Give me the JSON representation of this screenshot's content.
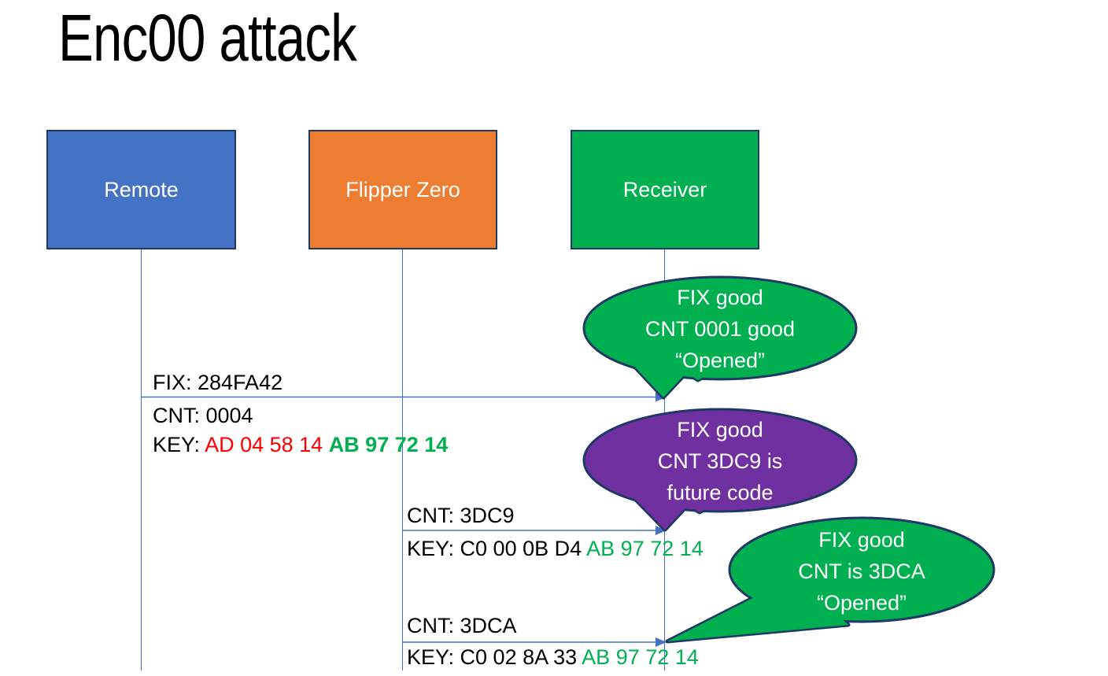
{
  "title": "Enc00 attack",
  "colors": {
    "remote_blue": "#4472C4",
    "flipper_orange": "#ED7D31",
    "receiver_green": "#00B050",
    "bubble_green": "#00B050",
    "bubble_purple": "#7030A0",
    "outline_navy": "#1F3864",
    "connector_blue": "#4472C4",
    "key_red_text": "#FF0000",
    "key_green_text": "#00B050"
  },
  "actors": [
    {
      "label": "Remote"
    },
    {
      "label": "Flipper Zero"
    },
    {
      "label": "Receiver"
    }
  ],
  "messages": [
    {
      "from": "Remote",
      "to": "Receiver",
      "fix_label": "FIX: 284FA42",
      "cnt_label": "CNT: 0004",
      "key_prefix": "KEY: ",
      "key_red": "AD 04 58 14 ",
      "key_green": "AB 97 72 14"
    },
    {
      "from": "Flipper Zero",
      "to": "Receiver",
      "cnt_label": "CNT: 3DC9",
      "key_prefix": "KEY: C0 00 0B D4 ",
      "key_green": "AB 97 72 14"
    },
    {
      "from": "Flipper Zero",
      "to": "Receiver",
      "cnt_label": "CNT: 3DCA",
      "key_prefix": "KEY: C0 02 8A 33 ",
      "key_green": "AB 97 72 14"
    }
  ],
  "callouts": [
    {
      "color_name": "green",
      "lines": [
        "FIX good",
        "CNT 0001 good",
        "“Opened”"
      ]
    },
    {
      "color_name": "purple",
      "lines": [
        "FIX good",
        "CNT 3DC9 is",
        "future code"
      ]
    },
    {
      "color_name": "green",
      "lines": [
        "FIX good",
        "CNT is 3DCA",
        "“Opened”"
      ]
    }
  ]
}
